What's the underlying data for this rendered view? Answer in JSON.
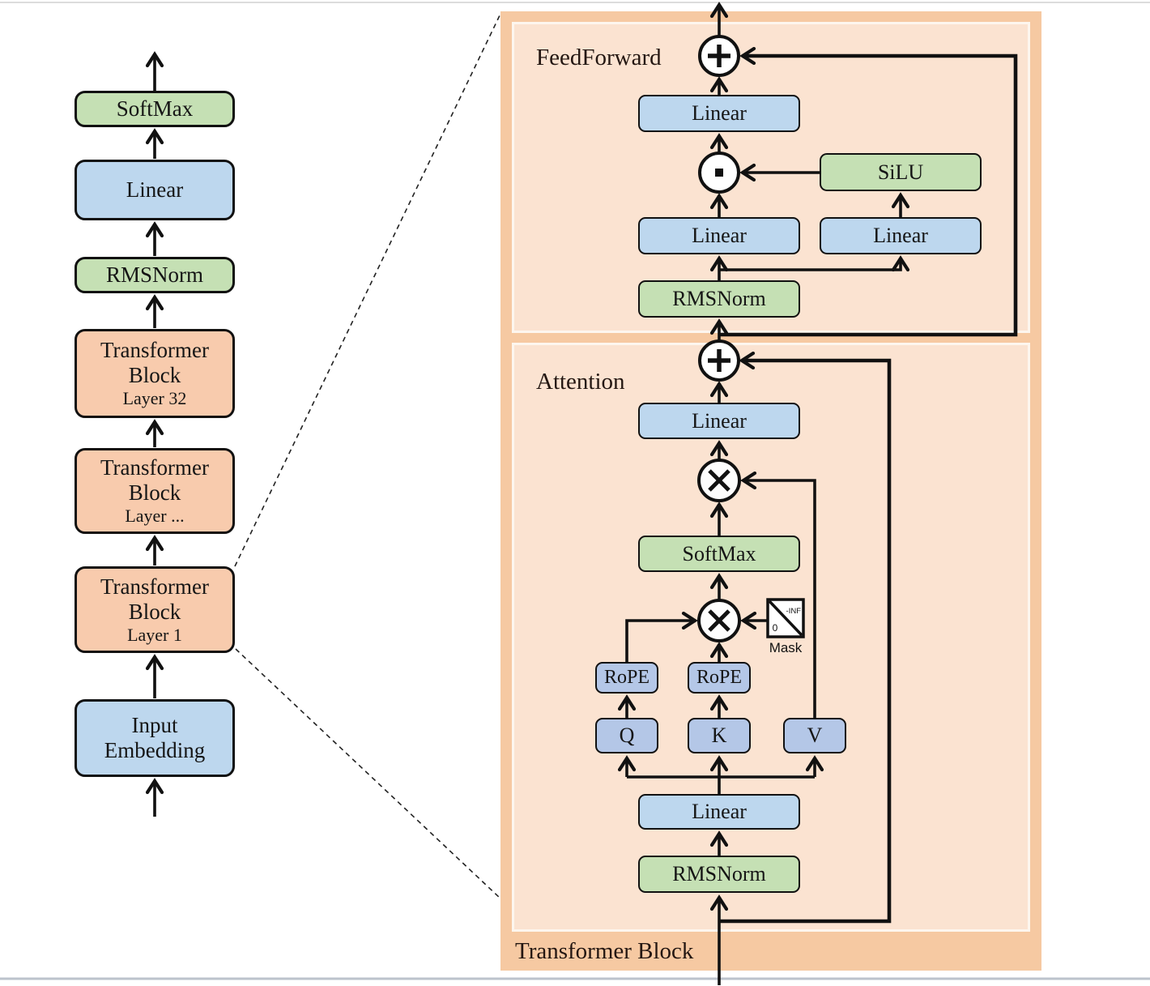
{
  "left_column": {
    "softmax_label": "SoftMax",
    "linear_label": "Linear",
    "rmsnorm_label": "RMSNorm",
    "block_word1": "Transformer",
    "block_word2": "Block",
    "layer_top_label": "Layer 32",
    "layer_mid_label": "Layer ...",
    "layer_bottom_label": "Layer 1",
    "input_word1": "Input",
    "input_word2": "Embedding"
  },
  "right_panel": {
    "panel_label": "Transformer Block",
    "feedforward": {
      "section_label": "FeedForward",
      "output_linear_label": "Linear",
      "silu_label": "SiLU",
      "gate_linear_label": "Linear",
      "up_linear_label": "Linear",
      "rmsnorm_label": "RMSNorm"
    },
    "attention": {
      "section_label": "Attention",
      "output_linear_label": "Linear",
      "softmax_label": "SoftMax",
      "mask_label": "Mask",
      "mask_top_value": "-INF",
      "mask_bottom_value": "0",
      "rope_q_label": "RoPE",
      "rope_k_label": "RoPE",
      "q_label": "Q",
      "k_label": "K",
      "v_label": "V",
      "qkv_linear_label": "Linear",
      "rmsnorm_label": "RMSNorm"
    }
  },
  "colors": {
    "block_orange": "#f8cbad",
    "panel_orange": "#f6c9a2",
    "panel_inner_peach": "#fbe3d1",
    "box_blue": "#bdd7ee",
    "box_blue_dark": "#b4c7e7",
    "box_green": "#c5e0b4",
    "line_black": "#151515"
  }
}
